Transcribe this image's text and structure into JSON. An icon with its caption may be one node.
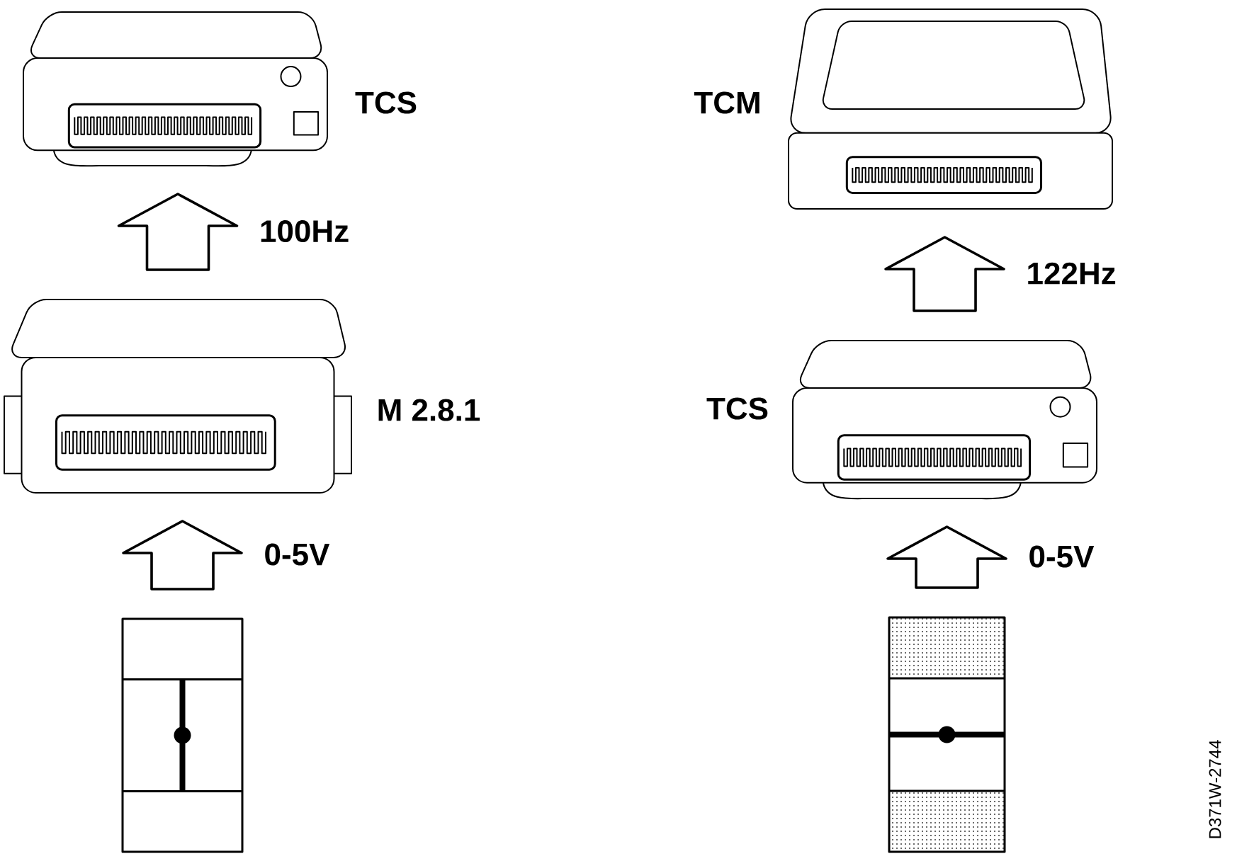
{
  "diagram": {
    "nodes": [
      {
        "text": [],
        "shape": "picture",
        "beside": [
          "TCS"
        ]
      },
      {
        "text": [],
        "shape": "picture",
        "beside": [
          "M 2.8.1"
        ]
      },
      {
        "text": [],
        "shape": "picture"
      },
      {
        "text": [],
        "shape": "picture",
        "beside": [
          "TCM"
        ]
      },
      {
        "text": [],
        "shape": "picture",
        "beside": [
          "TCS"
        ]
      },
      {
        "text": [],
        "shape": "picture"
      }
    ],
    "edges": [
      {
        "from": 1,
        "to": 0,
        "arrow": "to",
        "label": "100Hz"
      },
      {
        "from": 2,
        "to": 1,
        "arrow": "to",
        "label": "0-5V"
      },
      {
        "from": 4,
        "to": 3,
        "arrow": "to",
        "label": "122Hz"
      },
      {
        "from": 5,
        "to": 4,
        "arrow": "to",
        "label": "0-5V"
      }
    ],
    "labels": [
      "D371W-2744"
    ]
  }
}
